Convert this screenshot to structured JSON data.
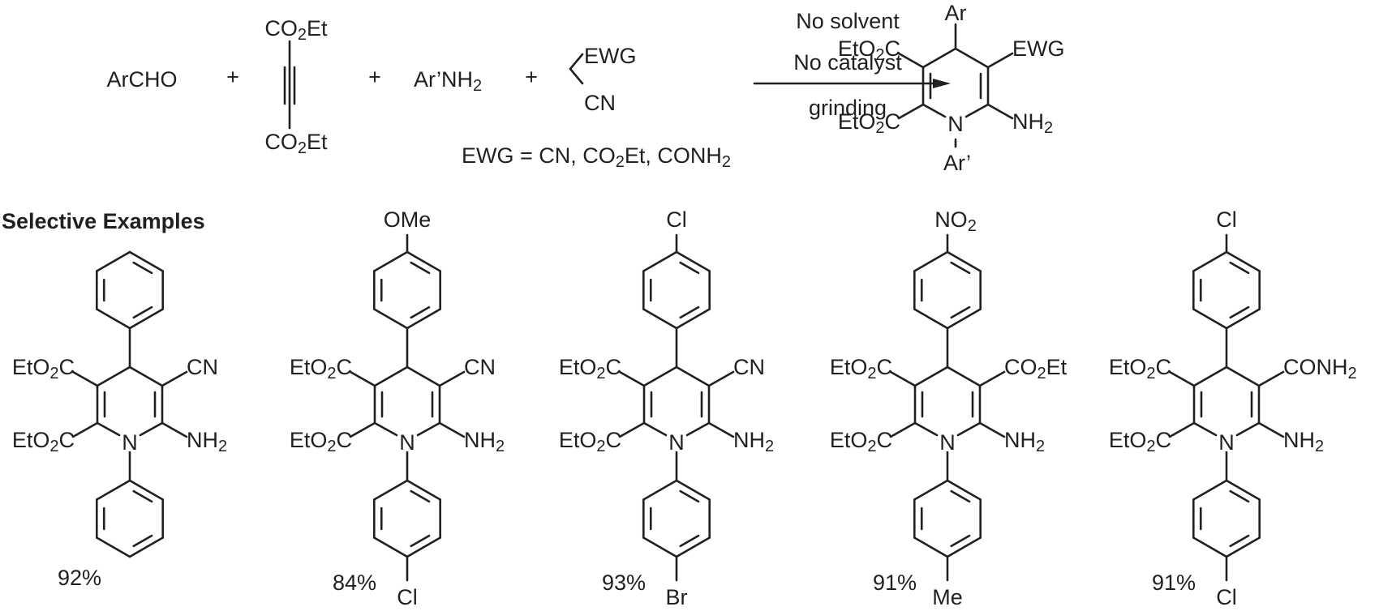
{
  "reaction": {
    "reactants": [
      {
        "id": "aldehyde",
        "text": "ArCHO"
      },
      {
        "id": "alkyne",
        "top": "CO2Et",
        "bottom": "CO2Et"
      },
      {
        "id": "amine",
        "text": "Ar’NH2"
      },
      {
        "id": "methylene",
        "top": "EWG",
        "bottom": "CN"
      }
    ],
    "plus": "+",
    "ewg_note": "EWG = CN, CO2Et, CONH2",
    "conditions": [
      "No solvent",
      "No catalyst",
      "grinding"
    ],
    "product": {
      "c4": "Ar",
      "c3": "EtO2C",
      "c5": "EWG",
      "c2": "EtO2C",
      "c6": "NH2",
      "n1": "N",
      "n_sub": "Ar’"
    }
  },
  "examples_heading": "Selective Examples",
  "examples": [
    {
      "top_sub": "",
      "c5": "CN",
      "bottom_sub": "",
      "yield": "92%"
    },
    {
      "top_sub": "OMe",
      "c5": "CN",
      "bottom_sub": "Cl",
      "yield": "84%"
    },
    {
      "top_sub": "Cl",
      "c5": "CN",
      "bottom_sub": "Br",
      "yield": "93%"
    },
    {
      "top_sub": "NO2",
      "c5": "CO2Et",
      "bottom_sub": "Me",
      "yield": "91%"
    },
    {
      "top_sub": "Cl",
      "c5": "CONH2",
      "bottom_sub": "Cl",
      "yield": "91%"
    }
  ],
  "common": {
    "c3": "EtO2C",
    "c2": "EtO2C",
    "c6": "NH2",
    "n1": "N"
  }
}
